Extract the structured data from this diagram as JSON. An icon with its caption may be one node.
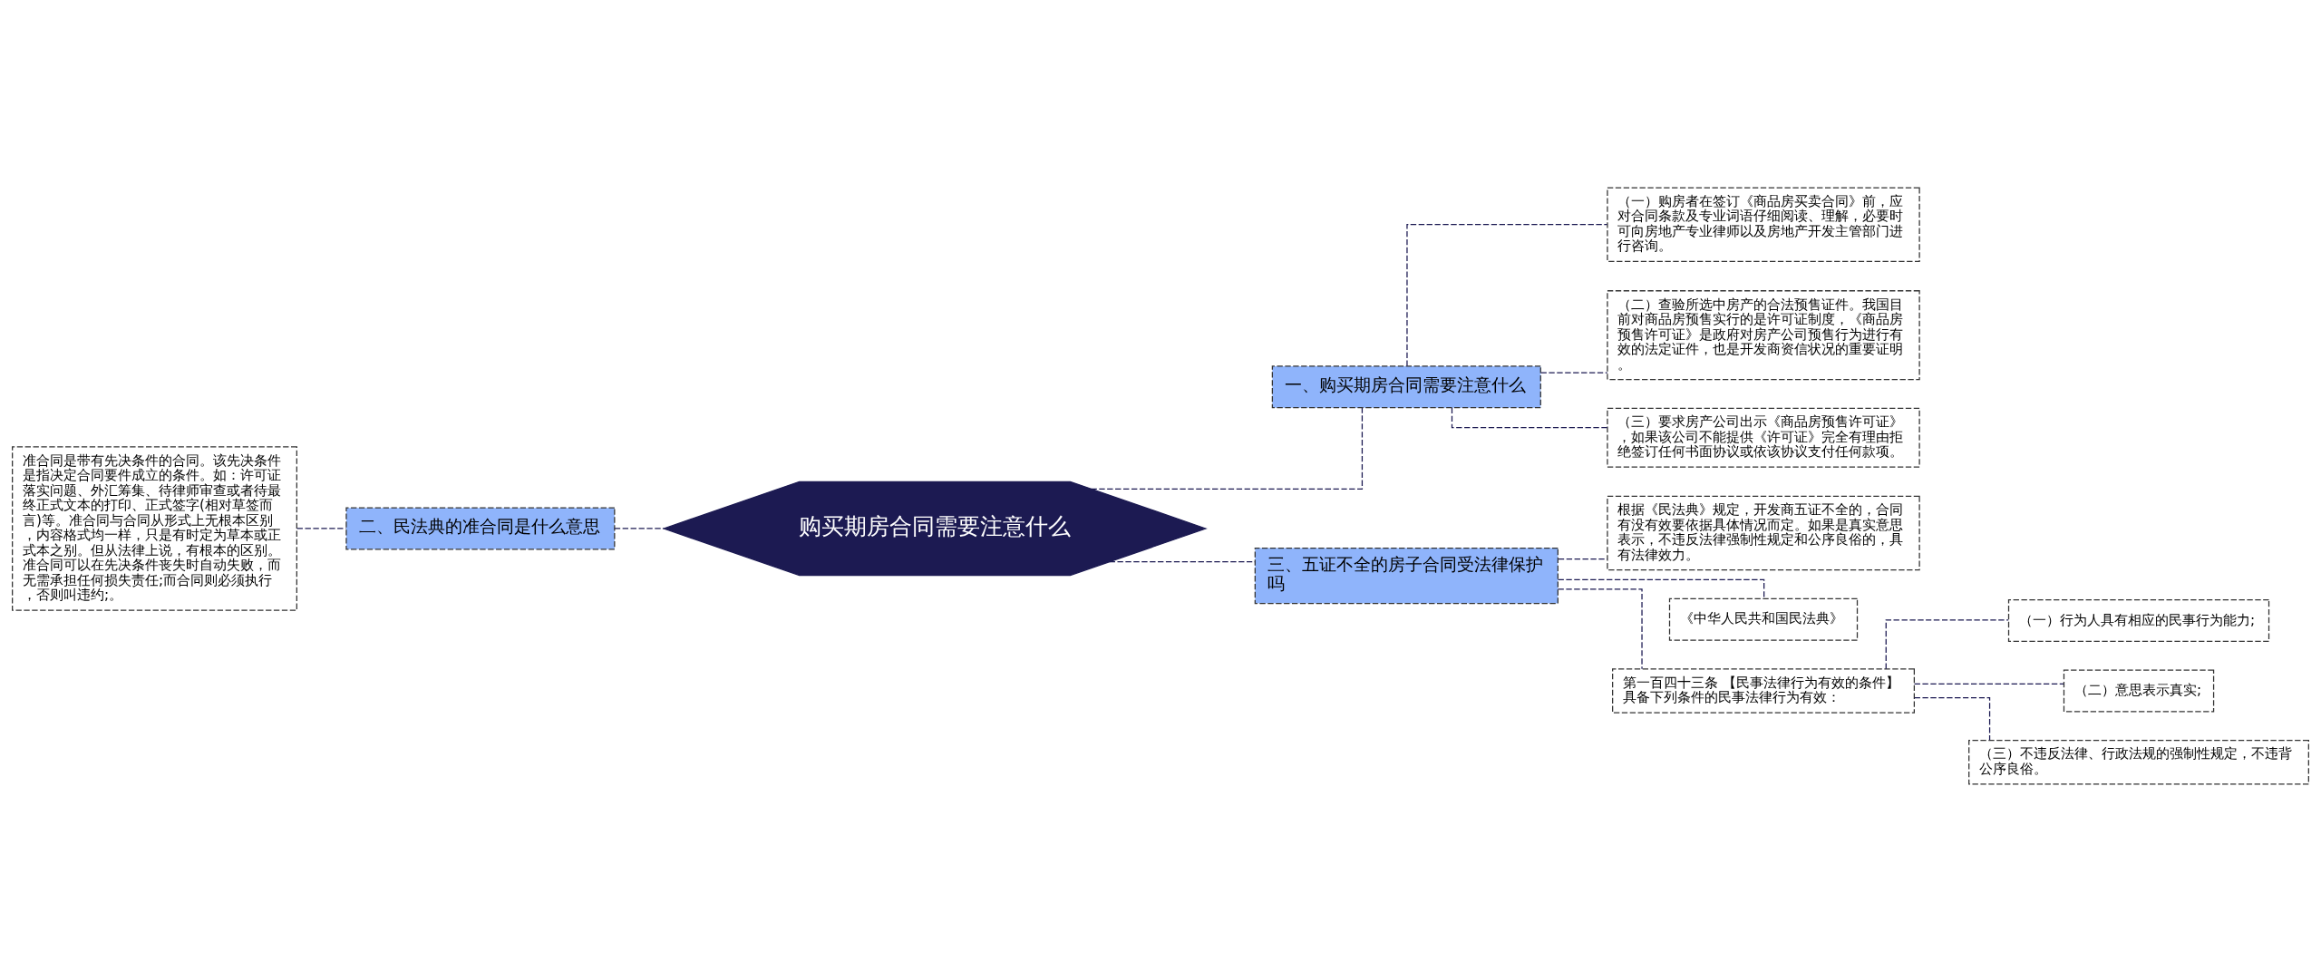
{
  "diagram": {
    "nodes": [
      {
        "text": [
          "购买期房合同需要注意什么"
        ]
      },
      {
        "text": [
          "一、购买期房合同需要注意什么"
        ]
      },
      {
        "text": [
          "（一）购房者在签订《商品房买卖合同》前，应对合同条款及专业词语仔细阅读、理解，必要时可向房地产专业律师以及房地产开发主管部门进行咨询。"
        ]
      },
      {
        "text": [
          "（二）查验所选中房产的合法预售证件。我国目前对商品房预售实行的是许可证制度，《商品房预售许可证》是政府对房产公司预售行为进行有效的法定证件，也是开发商资信状况的重要证明。"
        ]
      },
      {
        "text": [
          "（三）要求房产公司出示《商品房预售许可证》，如果该公司不能提供《许可证》完全有理由拒绝签订任何书面协议或依该协议支付任何款项。"
        ]
      },
      {
        "text": [
          "二、民法典的准合同是什么意思"
        ]
      },
      {
        "text": [
          "准合同是带有先决条件的合同。该先决条件是指决定合同要件成立的条件。如：许可证落实问题、外汇筹集、待律师审查或者待最终正式文本的打印、正式签字(相对草签而言)等。准合同与合同从形式上无根本区别，内容格式均一样，只是有时定为草本或正式本之别。但从法律上说，有根本的区别。准合同可以在先决条件丧失时自动失败，而无需承担任何损失责任;而合同则必须执行，否则叫违约;。"
        ]
      },
      {
        "text": [
          "三、五证不全的房子合同受法律保护吗"
        ]
      },
      {
        "text": [
          "根据《民法典》规定，开发商五证不全的，合同有没有效要依据具体情况而定。如果是真实意思表示，不违反法律强制性规定和公序良俗的，具有法律效力。"
        ]
      },
      {
        "text": [
          "《中华人民共和国民法典》"
        ]
      },
      {
        "text": [
          "第一百四十三条 【民事法律行为有效的条件】具备下列条件的民事法律行为有效："
        ]
      },
      {
        "text": [
          "（一）行为人具有相应的民事行为能力;"
        ]
      },
      {
        "text": [
          "（二）意思表示真实;"
        ]
      },
      {
        "text": [
          "（三）不违反法律、行政法规的强制性规定，不违背公序良俗。"
        ]
      }
    ],
    "edges": [
      {
        "from": 0,
        "to": 1,
        "arrow": "none",
        "style": "dashed"
      },
      {
        "from": 1,
        "to": 2,
        "arrow": "none",
        "style": "dashed"
      },
      {
        "from": 1,
        "to": 3,
        "arrow": "none",
        "style": "dashed"
      },
      {
        "from": 1,
        "to": 4,
        "arrow": "none",
        "style": "dashed"
      },
      {
        "from": 0,
        "to": 5,
        "arrow": "none",
        "style": "dashed"
      },
      {
        "from": 5,
        "to": 6,
        "arrow": "none",
        "style": "dashed"
      },
      {
        "from": 0,
        "to": 7,
        "arrow": "none",
        "style": "dashed"
      },
      {
        "from": 7,
        "to": 8,
        "arrow": "none",
        "style": "dashed"
      },
      {
        "from": 7,
        "to": 9,
        "arrow": "none",
        "style": "dashed"
      },
      {
        "from": 7,
        "to": 10,
        "arrow": "none",
        "style": "dashed"
      },
      {
        "from": 10,
        "to": 11,
        "arrow": "none",
        "style": "dashed"
      },
      {
        "from": 10,
        "to": 12,
        "arrow": "none",
        "style": "dashed"
      },
      {
        "from": 10,
        "to": 13,
        "arrow": "none",
        "style": "dashed"
      }
    ]
  }
}
